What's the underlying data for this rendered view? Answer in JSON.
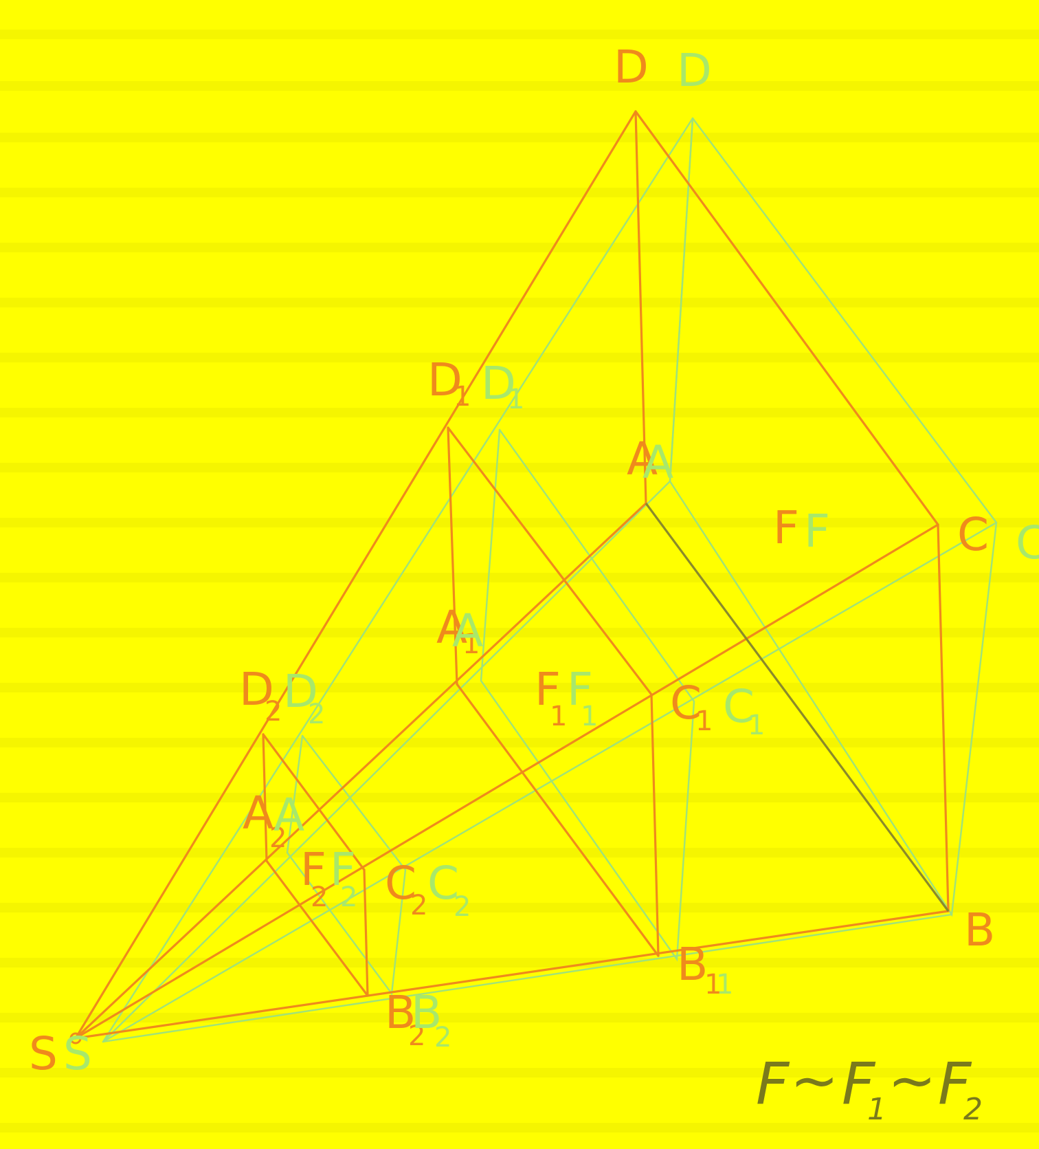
{
  "labels": {
    "D": "D",
    "D1": "D",
    "D2": "D",
    "A": "A",
    "A1": "A",
    "A2": "A",
    "F": "F",
    "F1": "F",
    "F2": "F",
    "C": "C",
    "C1": "C",
    "C2": "C",
    "B": "B",
    "B1": "B",
    "B2": "B",
    "S": "S",
    "sub1": "1",
    "sub2": "2"
  },
  "formula": {
    "F": "F",
    "tilde": "~",
    "F1": "F",
    "F1_sub": "1",
    "F2": "F",
    "F2_sub": "2"
  },
  "colors": {
    "background": "#ffff00",
    "primary_figure": "#ef8a1c",
    "shifted_figure": "#9fe27a",
    "formula": "#7a7a1c"
  }
}
